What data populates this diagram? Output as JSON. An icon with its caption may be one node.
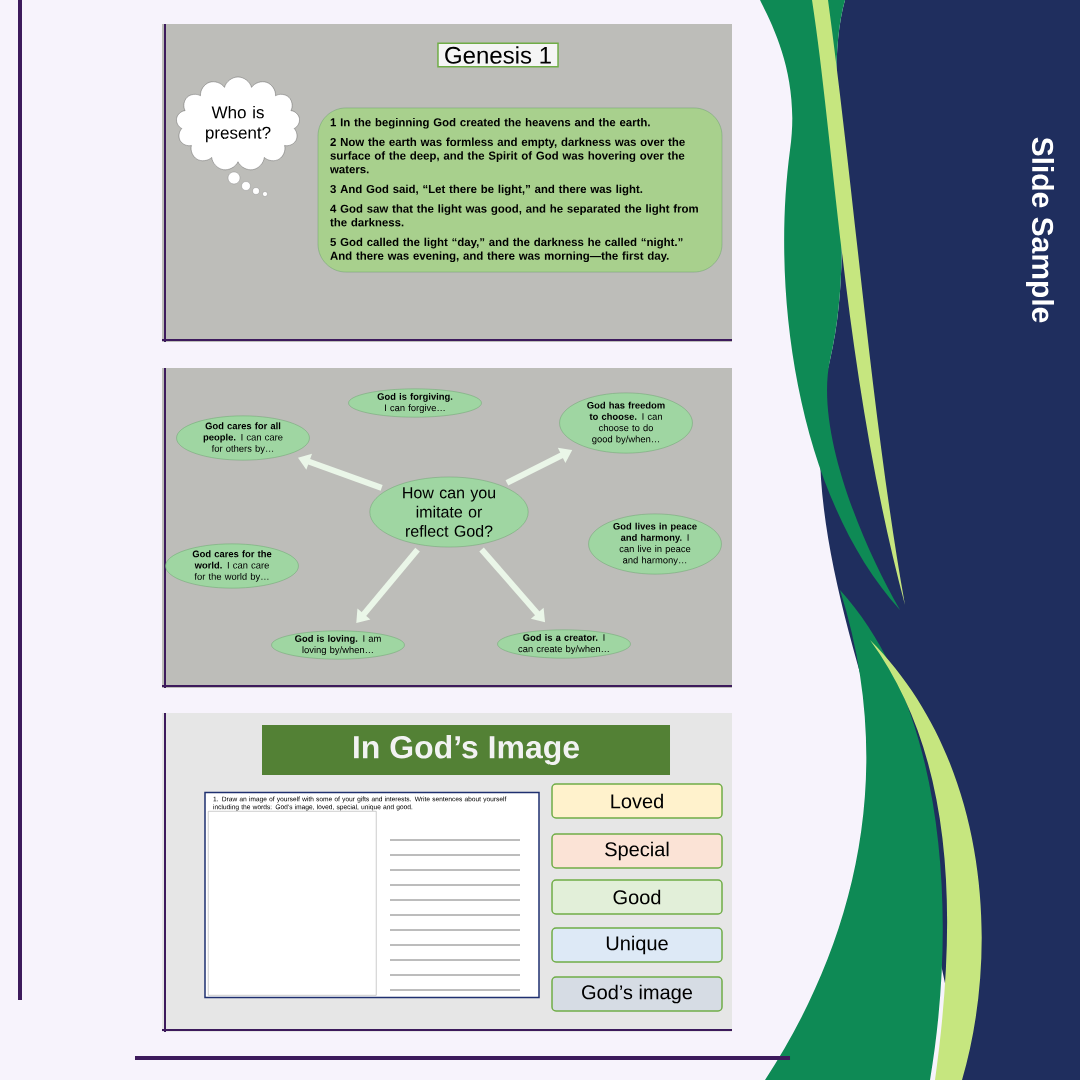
{
  "diagram": {
    "title": "Slide Sample",
    "nodes": [
      {
        "text": [
          "Genesis 1"
        ]
      },
      {
        "text": [
          "Who is present?"
        ]
      },
      {
        "text": [
          "1 In the beginning God created the heavens and the earth.",
          "2 Now the earth was formless and empty, darkness was over the surface of the deep, and the Spirit of God was hovering over the waters.",
          "3 And God said, “Let there be light,” and there was light.",
          "4 God saw that the light was good, and he separated the light from the darkness.",
          "5 God called the light “day,” and the darkness he called “night.” And there was evening, and there was morning—the first day."
        ]
      },
      {
        "text": [
          "**God is forgiving.** I can forgive…"
        ]
      },
      {
        "text": [
          "**God has freedom to choose.** I can choose to do good by/when…"
        ]
      },
      {
        "text": [
          "**God cares for all people.** I can care for others by…"
        ]
      },
      {
        "text": [
          "How can you imitate or reflect God?"
        ]
      },
      {
        "text": [
          "**God lives in peace and harmony.** I can live in peace and harmony…"
        ]
      },
      {
        "text": [
          "**God cares for the world.** I can care for the world by…"
        ]
      },
      {
        "text": [
          "**God is a creator.** I can create by/when…"
        ]
      },
      {
        "text": [
          "**God is loving.** I am loving by/when…"
        ]
      },
      {
        "text": [
          "In God’s Image"
        ]
      },
      {
        "text": [
          "1. Draw an image of yourself with some of your gifts and interests. Write sentences about yourself including the words: God’s image, loved, special, unique and good."
        ]
      },
      {
        "text": [],
        "shape": "box",
        "in": 12
      },
      {
        "text": [
          "Loved"
        ]
      },
      {
        "text": [
          "Special"
        ]
      },
      {
        "text": [
          "Good"
        ]
      },
      {
        "text": [
          "Unique"
        ]
      },
      {
        "text": [
          "God’s image"
        ]
      }
    ],
    "edges": [
      {
        "from": 6,
        "to": 5,
        "arrow": "to"
      },
      {
        "from": 6,
        "to": 4,
        "arrow": "to"
      },
      {
        "from": 6,
        "to": 10,
        "arrow": "to"
      },
      {
        "from": 6,
        "to": 9,
        "arrow": "to"
      }
    ]
  }
}
